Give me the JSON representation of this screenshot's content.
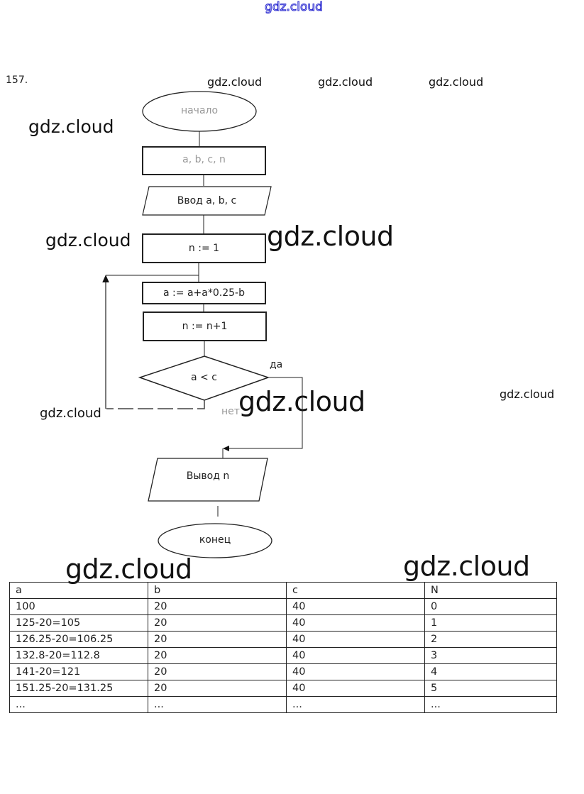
{
  "watermarks": {
    "top": "gdz.cloud",
    "items": [
      "gdz.cloud",
      "gdz.cloud",
      "gdz.cloud",
      "gdz.cloud",
      "gdz.cloud",
      "gdz.cloud",
      "gdz.cloud",
      "gdz.cloud",
      "gdz.cloud",
      "gdz.cloud",
      "gdz.cloud"
    ]
  },
  "problem_number": "157.",
  "flowchart": {
    "start": "начало",
    "variables": "a, b, c, n",
    "input": "Ввод a, b, c",
    "init": "n := 1",
    "assign_a": "a := a+a*0.25-b",
    "increment": "n := n+1",
    "condition": "a < c",
    "yes_label": "да",
    "no_label": "нет",
    "output": "Вывод n",
    "end": "конец"
  },
  "table": {
    "headers": [
      "a",
      "b",
      "c",
      "N"
    ],
    "rows": [
      [
        "100",
        "20",
        "40",
        "0"
      ],
      [
        "125-20=105",
        "20",
        "40",
        "1"
      ],
      [
        "126.25-20=106.25",
        "20",
        "40",
        "2"
      ],
      [
        "132.8-20=112.8",
        "20",
        "40",
        "3"
      ],
      [
        "141-20=121",
        "20",
        "40",
        "4"
      ],
      [
        "151.25-20=131.25",
        "20",
        "40",
        "5"
      ],
      [
        "...",
        "...",
        "...",
        "..."
      ]
    ]
  }
}
